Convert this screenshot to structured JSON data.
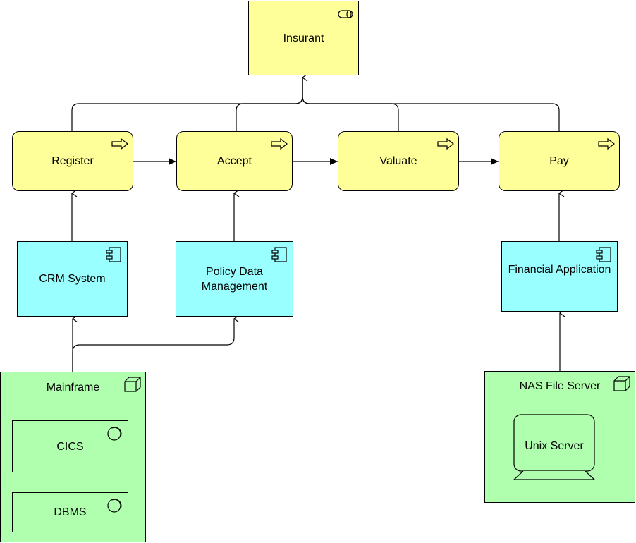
{
  "diagram": {
    "business_role": {
      "label": "Insurant",
      "icon": "business-role-icon"
    },
    "processes": [
      {
        "label": "Register",
        "icon": "process-arrow-icon"
      },
      {
        "label": "Accept",
        "icon": "process-arrow-icon"
      },
      {
        "label": "Valuate",
        "icon": "process-arrow-icon"
      },
      {
        "label": "Pay",
        "icon": "process-arrow-icon"
      }
    ],
    "applications": [
      {
        "label": "CRM System",
        "icon": "application-component-icon"
      },
      {
        "label": "Policy Data\nManagement",
        "icon": "application-component-icon"
      },
      {
        "label": "Financial Application",
        "icon": "application-component-icon"
      }
    ],
    "nodes": [
      {
        "label": "Mainframe",
        "icon": "node-cube-icon",
        "services": [
          {
            "label": "CICS",
            "icon": "system-software-icon"
          },
          {
            "label": "DBMS",
            "icon": "system-software-icon"
          }
        ]
      },
      {
        "label": "NAS File Server",
        "icon": "node-cube-icon",
        "devices": [
          {
            "label": "Unix Server",
            "icon": "device-icon"
          }
        ]
      }
    ],
    "colors": {
      "business": "#ffff99",
      "application": "#99ffff",
      "technology": "#afffaf",
      "line": "#000000"
    }
  }
}
